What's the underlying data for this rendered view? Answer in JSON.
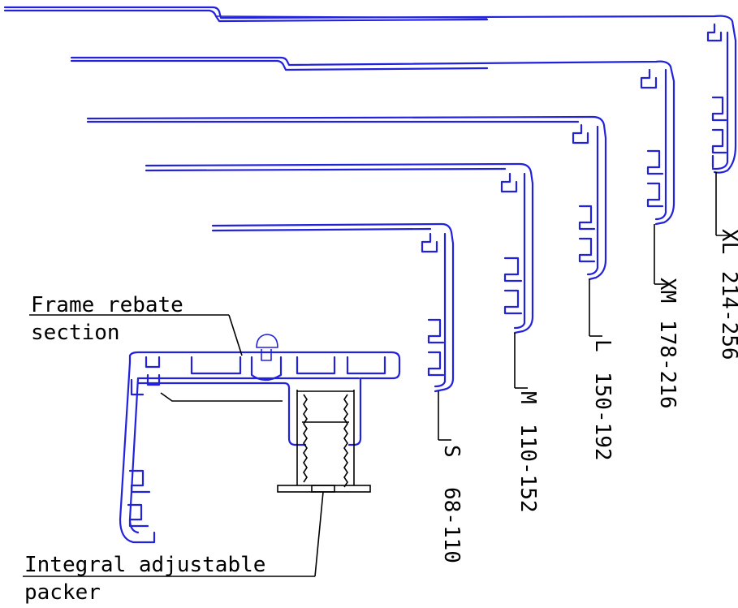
{
  "labels": {
    "frame_rebate_line1": "Frame rebate",
    "frame_rebate_line2": "section",
    "packer_line1": "Integral adjustable",
    "packer_line2": "packer"
  },
  "profiles": [
    {
      "id": "S",
      "size": "S",
      "range": "68-110"
    },
    {
      "id": "M",
      "size": "M",
      "range": "110-152"
    },
    {
      "id": "L",
      "size": "L",
      "range": "150-192"
    },
    {
      "id": "XM",
      "size": "XM",
      "range": "178-216"
    },
    {
      "id": "XL",
      "size": "XL",
      "range": "214-256"
    }
  ],
  "colors": {
    "profile_stroke": "#2222dd",
    "leader_stroke": "#000000"
  }
}
